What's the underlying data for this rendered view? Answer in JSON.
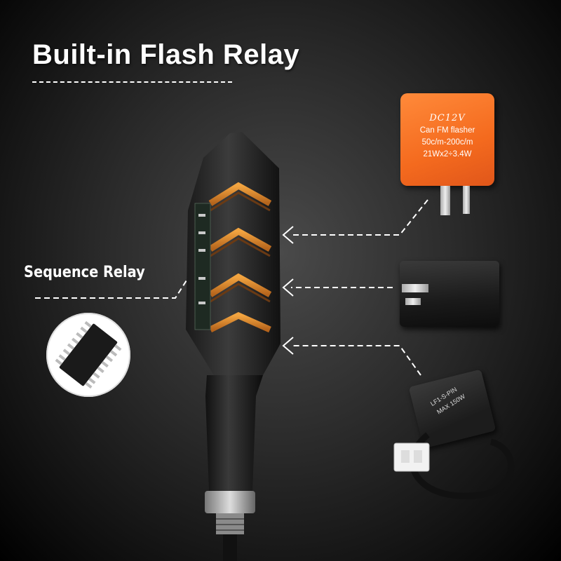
{
  "title": "Built-in Flash Relay",
  "sequence_label": "Sequence Relay",
  "orange_relay": {
    "line1": "DC12V",
    "line2": "Can FM flasher",
    "line3": "50c/m-200c/m",
    "line4": "21Wx2÷3.4W"
  },
  "lf_relay": {
    "line1": "LF1-S-PIN",
    "line2": "MAX 150W"
  },
  "colors": {
    "orange_relay": "#f46a1e",
    "amber_led": "#e8902a",
    "background": "#2a2a2a"
  }
}
